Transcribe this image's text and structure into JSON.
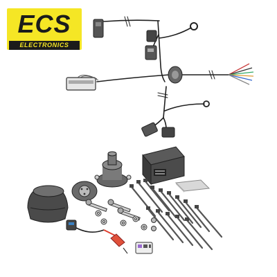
{
  "brand": {
    "name": "ECS",
    "subtitle": "ELECTRONICS",
    "color_primary": "#f5e625",
    "color_dark": "#1b1b1b"
  },
  "icons": [
    "wiring-harness",
    "control-module",
    "trailer-socket",
    "socket-cover",
    "cable-ties",
    "bolts-and-washers",
    "fuse",
    "adhesive-pad"
  ]
}
